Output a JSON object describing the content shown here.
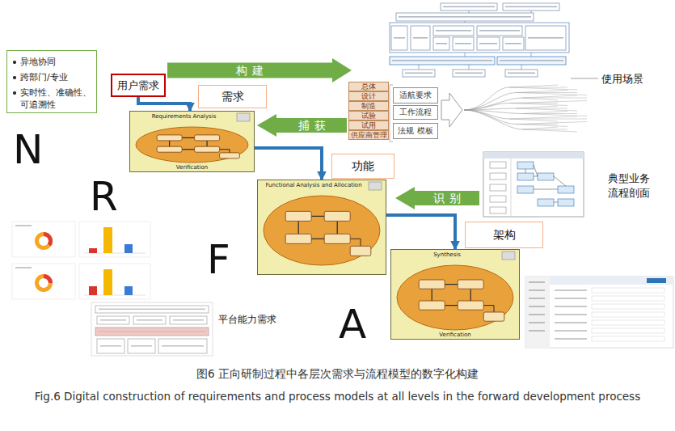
{
  "diagram": {
    "caption": "图6 正向研制过程中各层次需求与流程模型的数字化构建",
    "nodes": [
      {
        "text": [
          "异地协同",
          "跨部门/专业",
          "实时性、准确性、可追溯性"
        ]
      },
      {
        "text": [
          "用户需求"
        ]
      },
      {
        "text": [
          "构建"
        ]
      },
      {
        "text": [
          "总体"
        ]
      },
      {
        "text": [
          "设计"
        ]
      },
      {
        "text": [
          "制造"
        ]
      },
      {
        "text": [
          "试验"
        ]
      },
      {
        "text": [
          "试用"
        ]
      },
      {
        "text": [
          "供应商管理"
        ]
      },
      {
        "text": [
          "适航要求"
        ]
      },
      {
        "text": [
          "工作流程"
        ]
      },
      {
        "text": [
          "法规 模板"
        ]
      },
      {
        "text": [
          "捕获"
        ]
      },
      {
        "text": [
          "需求"
        ]
      },
      {
        "text": [
          "Requirements Analysis",
          "Verification"
        ]
      },
      {
        "text": [
          "功能"
        ]
      },
      {
        "text": [
          "识别"
        ]
      },
      {
        "text": [
          "Functional Analysis and Allocation"
        ]
      },
      {
        "text": [
          "架构"
        ]
      },
      {
        "text": [
          "Synthesis",
          "Verification"
        ]
      }
    ],
    "edges": [
      {
        "from": 1,
        "to": 14,
        "arrow": "to"
      },
      {
        "from": 14,
        "to": 17,
        "arrow": "to"
      },
      {
        "from": 17,
        "to": 19,
        "arrow": "to"
      }
    ],
    "labels": [
      "使用场景",
      "典型业务 流程剖面",
      "N",
      "R",
      "F",
      "A",
      "平台能力需求",
      "Fig.6 Digital construction of requirements and process models at all levels in the forward development process"
    ]
  }
}
